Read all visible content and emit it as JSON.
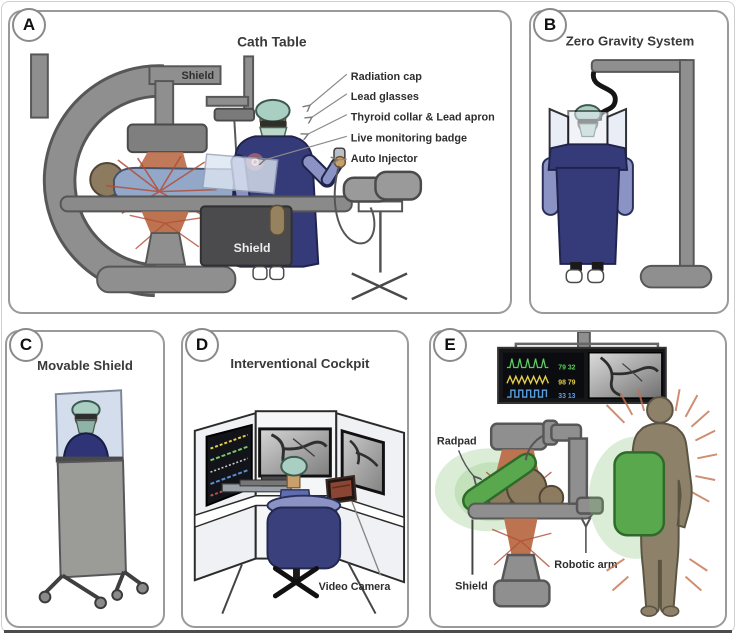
{
  "panels": {
    "a": {
      "letter": "A",
      "title": "Cath Table",
      "ceiling_shield_label": "Shield",
      "table_shield_label": "Shield",
      "annotations": [
        "Radiation cap",
        "Lead glasses",
        "Thyroid collar & Lead apron",
        "Live monitoring badge",
        "Auto Injector"
      ]
    },
    "b": {
      "letter": "B",
      "title": "Zero Gravity System"
    },
    "c": {
      "letter": "C",
      "title": "Movable Shield"
    },
    "d": {
      "letter": "D",
      "title": "Interventional Cockpit",
      "video_camera_label": "Video Camera"
    },
    "e": {
      "letter": "E",
      "radpad_label": "Radpad",
      "shield_label": "Shield",
      "robotic_arm_label": "Robotic arm",
      "vitals": {
        "row1": "79 32",
        "row2": "98 79",
        "row3": "33 13"
      }
    }
  },
  "colors": {
    "panel_border": "#9a9a9a",
    "machine_gray": "#8f8f8f",
    "shield_box_dark": "#4b4b4d",
    "apron_navy": "#353b78",
    "sleeve_blue": "#8a93c4",
    "cap_green": "#a9cfc2",
    "mask_green": "#bcd8cb",
    "skin_tan": "#c9a06b",
    "patient_brown": "#8d7b5f",
    "beam_orange": "#bd7350",
    "scatter_red": "#b14f38",
    "radpad_green": "#5aa84e",
    "glow_green": "#7cc06a",
    "drape_blue": "#93a7c9",
    "glass_blue": "#dbe4f0",
    "silhouette_brown": "#8d8169",
    "wave_green": "#5ecc5e",
    "wave_yellow": "#e3cf4a",
    "wave_blue": "#5aa0e0",
    "badge_red": "#e04040"
  }
}
